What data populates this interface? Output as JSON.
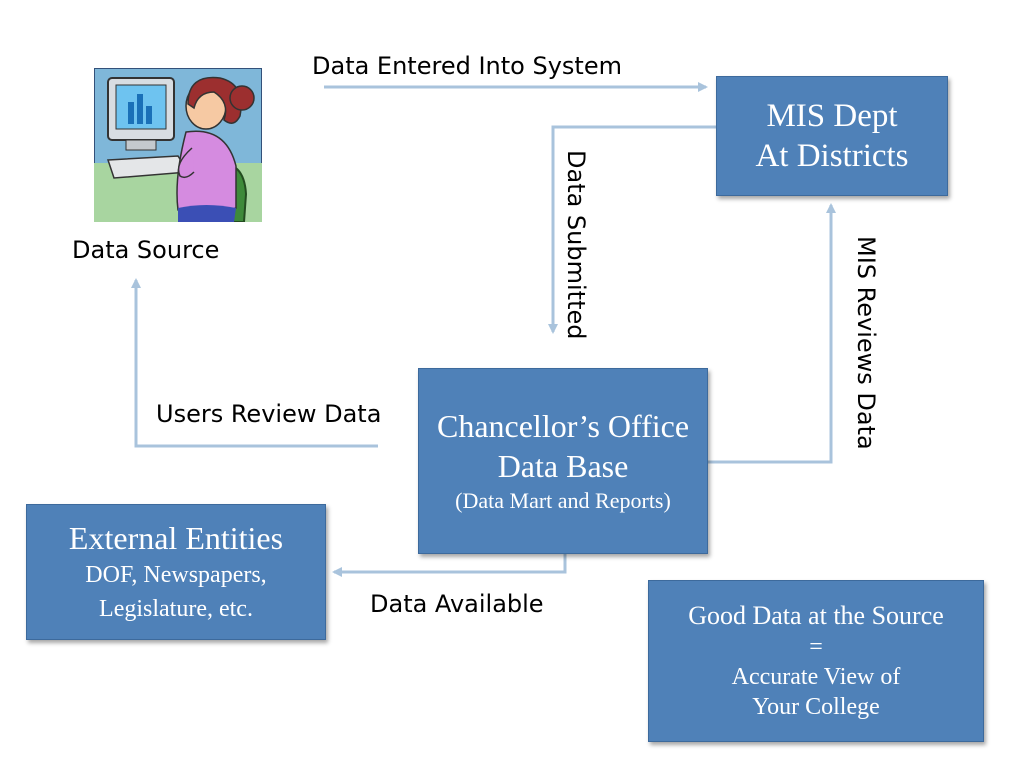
{
  "nodes": {
    "mis": {
      "line1": "MIS Dept",
      "line2": "At Districts"
    },
    "chancellor": {
      "line1": "Chancellor’s Office",
      "line2": "Data Base",
      "line3": "(Data Mart and Reports)"
    },
    "external": {
      "line1": "External Entities",
      "line2": "DOF, Newspapers,",
      "line3": "Legislature, etc."
    },
    "good_data": {
      "line1": "Good Data at the Source",
      "line2": "=",
      "line3": "Accurate View of",
      "line4": "Your College"
    },
    "data_source": {
      "label": "Data Source",
      "icon": "woman-at-computer-icon"
    }
  },
  "edges": {
    "entered": "Data Entered Into System",
    "submitted": "Data Submitted",
    "mis_reviews": "MIS Reviews Data",
    "users_review": "Users Review Data",
    "available": "Data  Available"
  },
  "colors": {
    "box_fill": "#4f81b8",
    "arrow": "#a9c3dc",
    "text_on_box": "#ffffff"
  }
}
